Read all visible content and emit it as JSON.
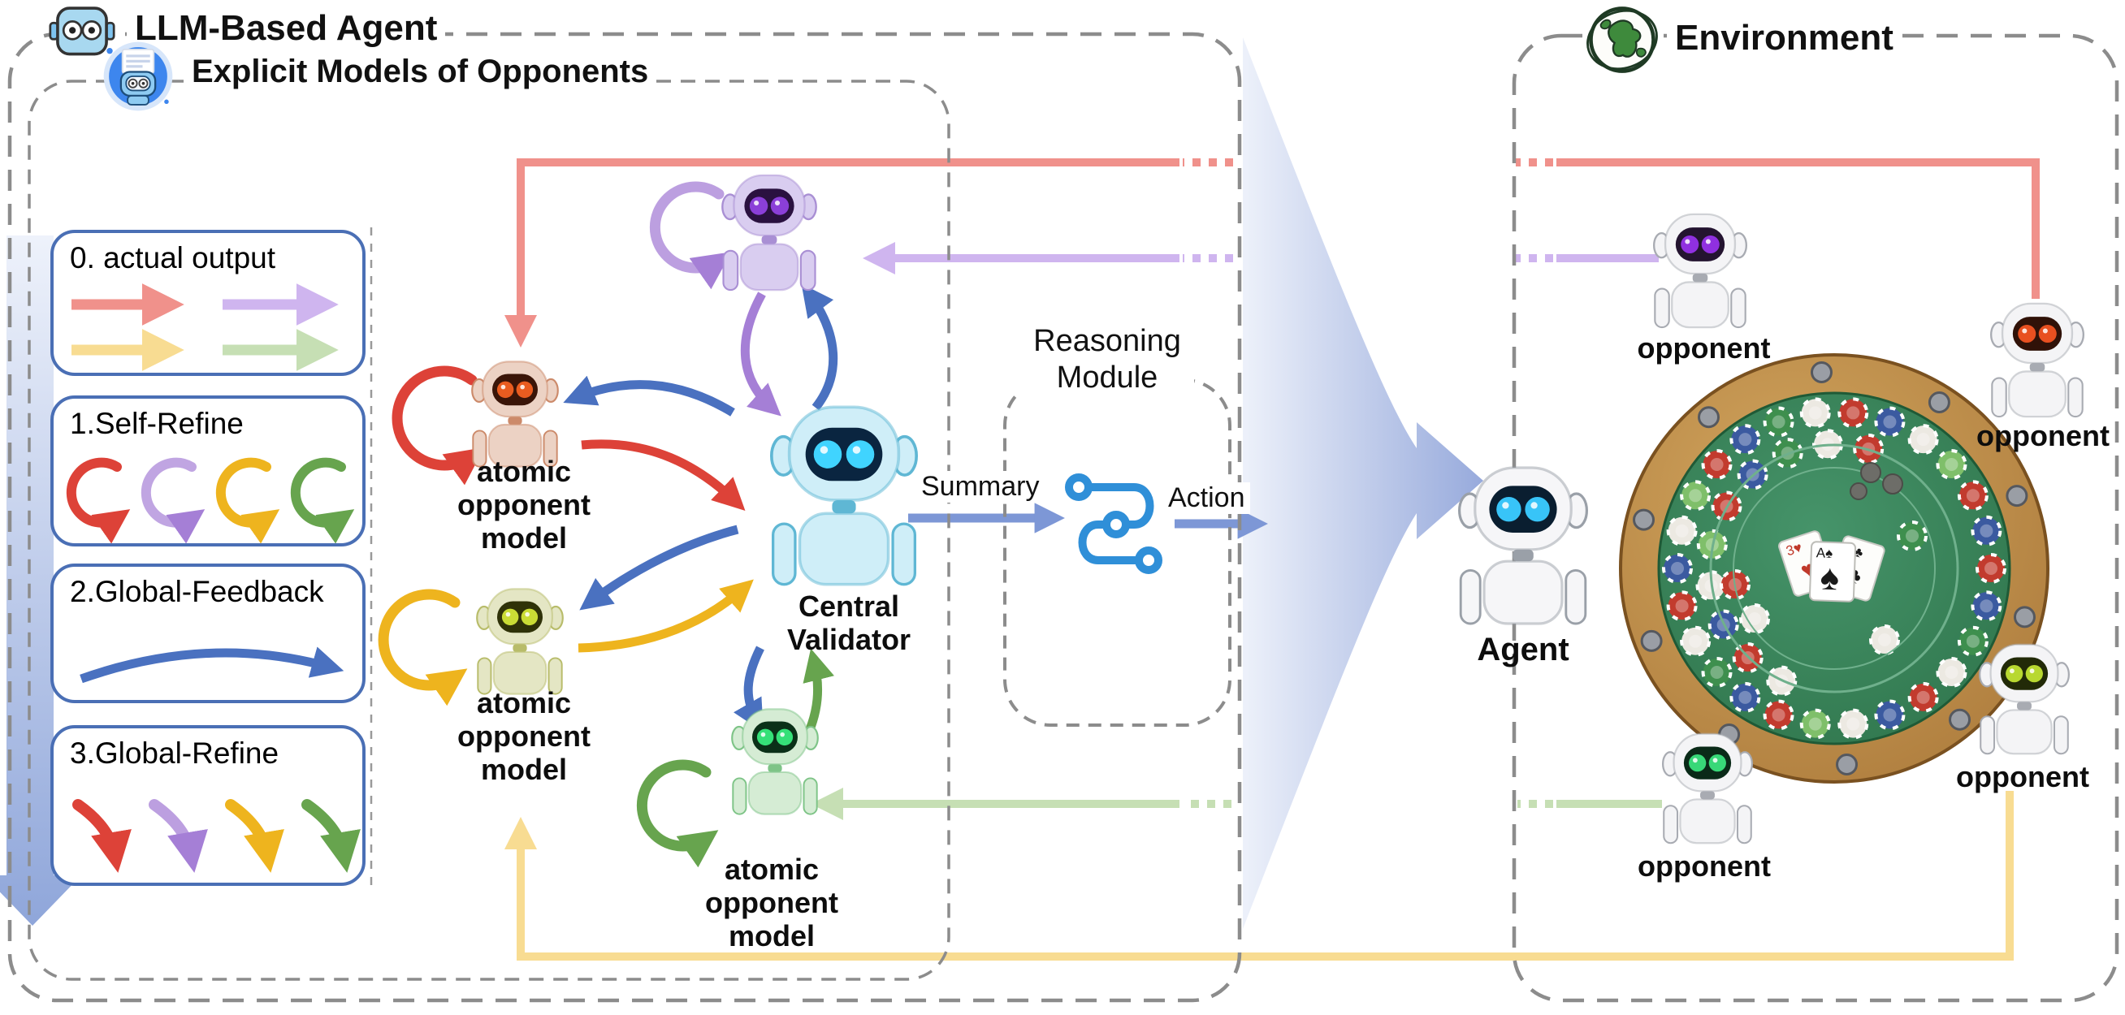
{
  "titles": {
    "llm_agent": "LLM-Based Agent",
    "explicit_models": "Explicit Models of Opponents",
    "environment": "Environment"
  },
  "legend": {
    "item0": "0. actual output",
    "item1": "1.Self-Refine",
    "item2": "2.Global-Feedback",
    "item3": "3.Global-Refine"
  },
  "nodes": {
    "atomic": {
      "l1": "atomic",
      "l2": "opponent",
      "l3": "model"
    },
    "central": {
      "l1": "Central",
      "l2": "Validator"
    }
  },
  "reasoning": {
    "l1": "Reasoning",
    "l2": "Module",
    "summary": "Summary",
    "action": "Action"
  },
  "environment": {
    "agent": "Agent",
    "opponent_top": "opponent",
    "opponent_right": "opponent",
    "opponent_bottom_right": "opponent",
    "opponent_bottom": "opponent"
  },
  "colors": {
    "line_red": "#f0918b",
    "line_purple": "#cfb5ef",
    "line_yellow": "#f8dc92",
    "line_green": "#c6dfb4",
    "arrow_red": "#dd4238",
    "arrow_purple": "#a57fd6",
    "arrow_yellow": "#eeb41e",
    "arrow_green": "#67a44e",
    "arrow_blue": "#4a71c0",
    "arrow_slate": "#7d97d6",
    "funnel_blue": "#97aadc",
    "box_border_blue": "#4a6fb5",
    "dashed_gray": "#8c8c8c",
    "felt_green": "#2f7a4d",
    "wood_brown": "#b07f3f"
  }
}
